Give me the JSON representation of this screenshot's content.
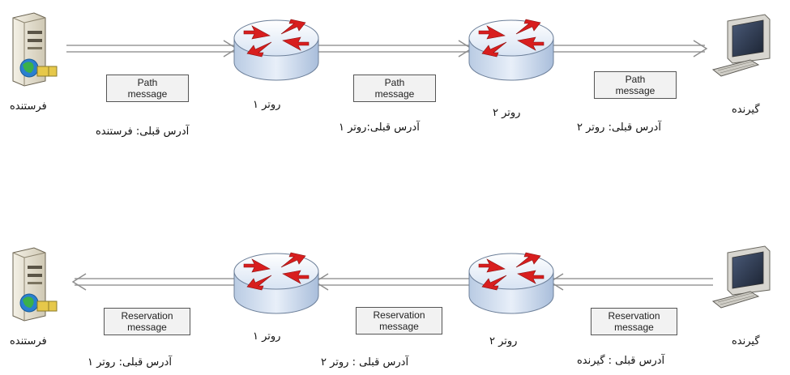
{
  "top_flow": {
    "nodes": {
      "sender": "فرستنده",
      "router1": "روتر ۱",
      "router2": "روتر ۲",
      "receiver": "گیرنده"
    },
    "messages": [
      {
        "line1": "Path",
        "line2": "message"
      },
      {
        "line1": "Path",
        "line2": "message"
      },
      {
        "line1": "Path",
        "line2": "message"
      }
    ],
    "prev_addresses": [
      "آدرس قبلی: فرستنده",
      "آدرس قبلی:روتر ۱",
      "آدرس قبلی: روتر ۲"
    ]
  },
  "bottom_flow": {
    "nodes": {
      "sender": "فرستنده",
      "router1": "روتر ۱",
      "router2": "روتر ۲",
      "receiver": "گیرنده"
    },
    "messages": [
      {
        "line1": "Reservation",
        "line2": "message"
      },
      {
        "line1": "Reservation",
        "line2": "message"
      },
      {
        "line1": "Reservation",
        "line2": "message"
      }
    ],
    "prev_addresses": [
      "آدرس قبلی: روتر ۱",
      "آدرس قبلی : روتر ۲",
      "آدرس قبلی : گیرنده"
    ]
  },
  "icons": [
    "server-icon",
    "router-icon",
    "computer-icon",
    "arrow-right-icon",
    "arrow-left-icon"
  ],
  "colors": {
    "router_body": "#d7e3f3",
    "router_arrow": "#d81e1e",
    "link_line": "#9a9a9a"
  }
}
